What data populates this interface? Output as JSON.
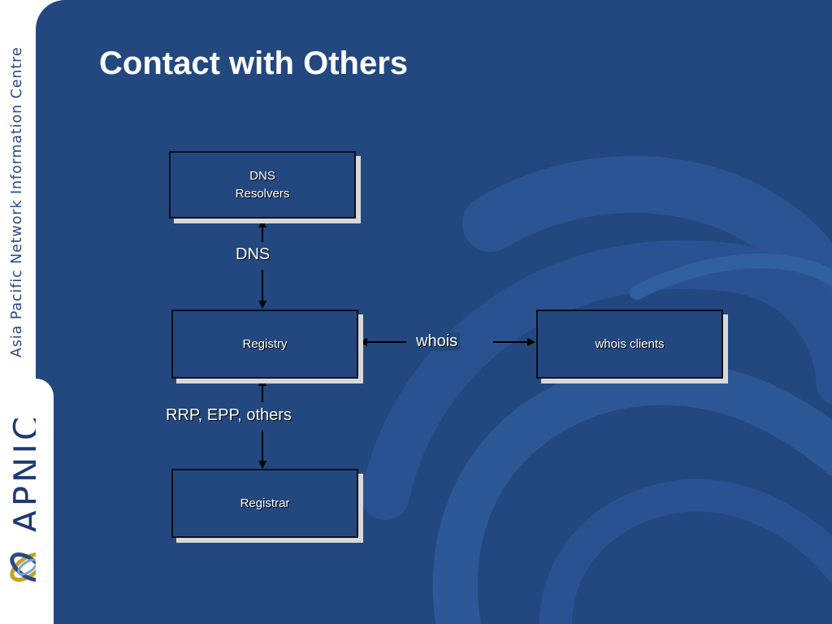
{
  "sidebar": {
    "org_name": "Asia Pacific Network Information Centre",
    "brand": "APNIC"
  },
  "slide": {
    "title": "Contact with Others"
  },
  "diagram": {
    "boxes": {
      "dns_resolvers": [
        "DNS",
        "Resolvers"
      ],
      "registry": "Registry",
      "whois_clients": "whois clients",
      "registrar": "Registrar"
    },
    "edges": {
      "dns": "DNS",
      "whois": "whois",
      "protocols": "RRP, EPP, others"
    }
  },
  "colors": {
    "background": "#23487f",
    "box_border": "#0a0f1a",
    "box_shadow": "#d8d8d8",
    "text": "#ffffff",
    "brand": "#1d3a72"
  }
}
